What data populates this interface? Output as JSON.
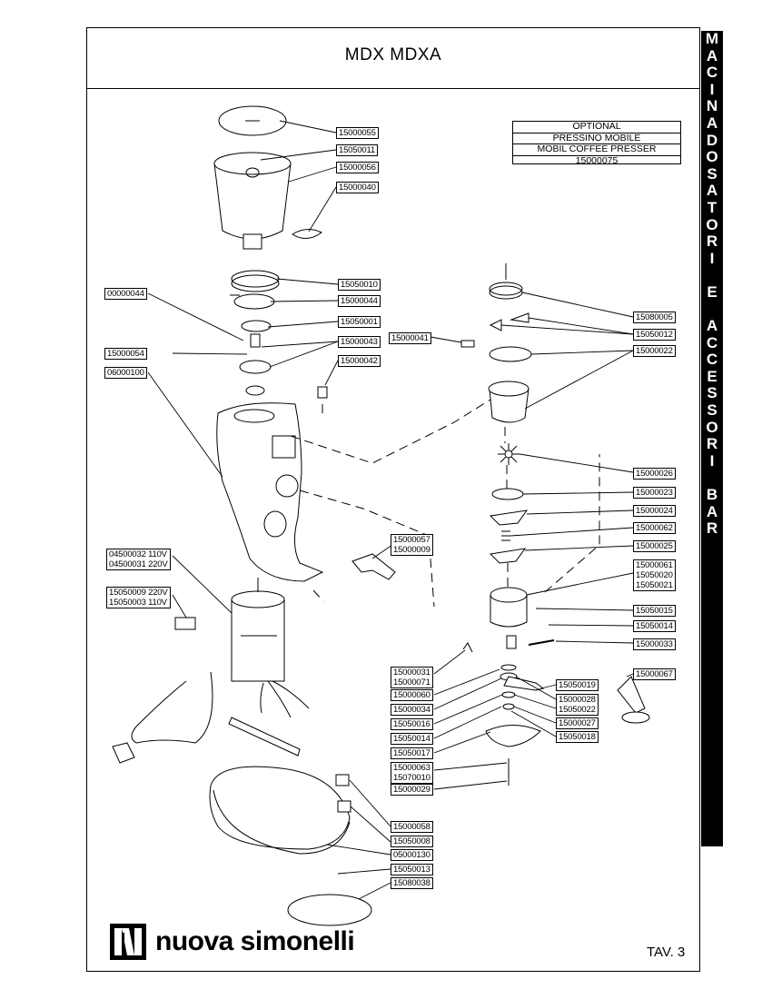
{
  "header": {
    "title": "MDX MDXA"
  },
  "side_strip": {
    "text": "MACINADOSATORI E ACCESSORI BAR"
  },
  "optional_box": {
    "line1": "OPTIONAL",
    "line2": "PRESSINO MOBILE",
    "line3": "MOBIL COFFEE PRESSER",
    "line4": "15000075"
  },
  "parts": {
    "p15000055": "15000055",
    "p15050011": "15050011",
    "p15000056": "15000056",
    "p15000040": "15000040",
    "p15050010": "15050010",
    "p15000044": "15000044",
    "p00000044": "00000044",
    "p15050001": "15050001",
    "p15000043": "15000043",
    "p15000054": "15000054",
    "p15000042": "15000042",
    "p06000100": "06000100",
    "p15000041": "15000041",
    "p15080005": "15080005",
    "p15050012": "15050012",
    "p15000022": "15000022",
    "p15000026": "15000026",
    "p15000023": "15000023",
    "p15000024": "15000024",
    "p15000062": "15000062",
    "p15000025": "15000025",
    "p15000057": "15000057",
    "p15000009": "15000009",
    "p15000061": "15000061",
    "p15050020": "15050020",
    "p15050021": "15050021",
    "p04500032": "04500032  110V",
    "p04500031": "04500031  220V",
    "p15050009": "15050009  220V",
    "p15050003": "15050003  110V",
    "p15050015": "15050015",
    "p15050014": "15050014",
    "p15000033": "15000033",
    "p15000031": "15000031",
    "p15000071": "15000071",
    "p15000067": "15000067",
    "p15050019": "15050019",
    "p15000060": "15000060",
    "p15000028": "15000028",
    "p15050022": "15050022",
    "p15000034": "15000034",
    "p15000027": "15000027",
    "p15050016": "15050016",
    "p15050018": "15050018",
    "p15050014b": "15050014",
    "p15050017": "15050017",
    "p15000063": "15000063",
    "p15070010": "15070010",
    "p15000029": "15000029",
    "p15000058": "15000058",
    "p15050008": "15050008",
    "p05000130": "05000130",
    "p15050013": "15050013",
    "p15080038": "15080038"
  },
  "footer": {
    "brand": "nuova simonelli",
    "sheet": "TAV. 3"
  }
}
